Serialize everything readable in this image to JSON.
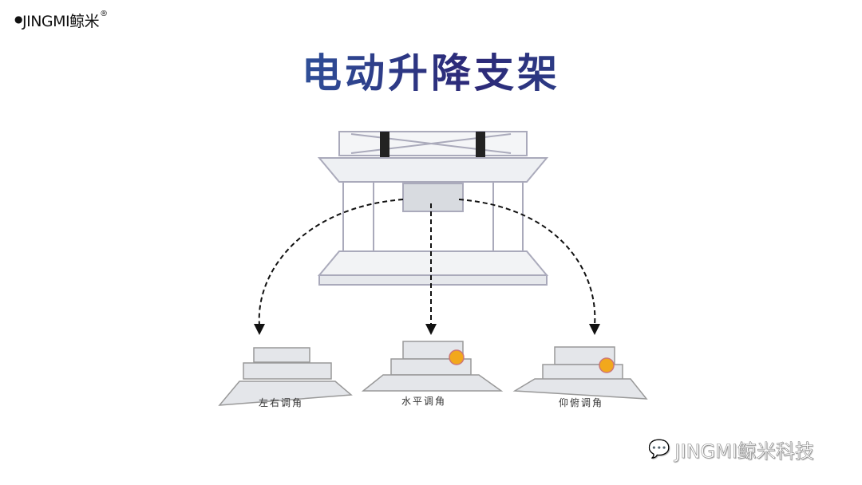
{
  "logo": {
    "text": "JINGMI鲸米",
    "registered": "®"
  },
  "title": "电动升降支架",
  "labels": [
    "左右调角",
    "水平调角",
    "仰俯调角"
  ],
  "watermark": "JINGMI鲸米科技",
  "colors": {
    "title_start": "#2b86b5",
    "title_mid": "#2c2877"
  }
}
